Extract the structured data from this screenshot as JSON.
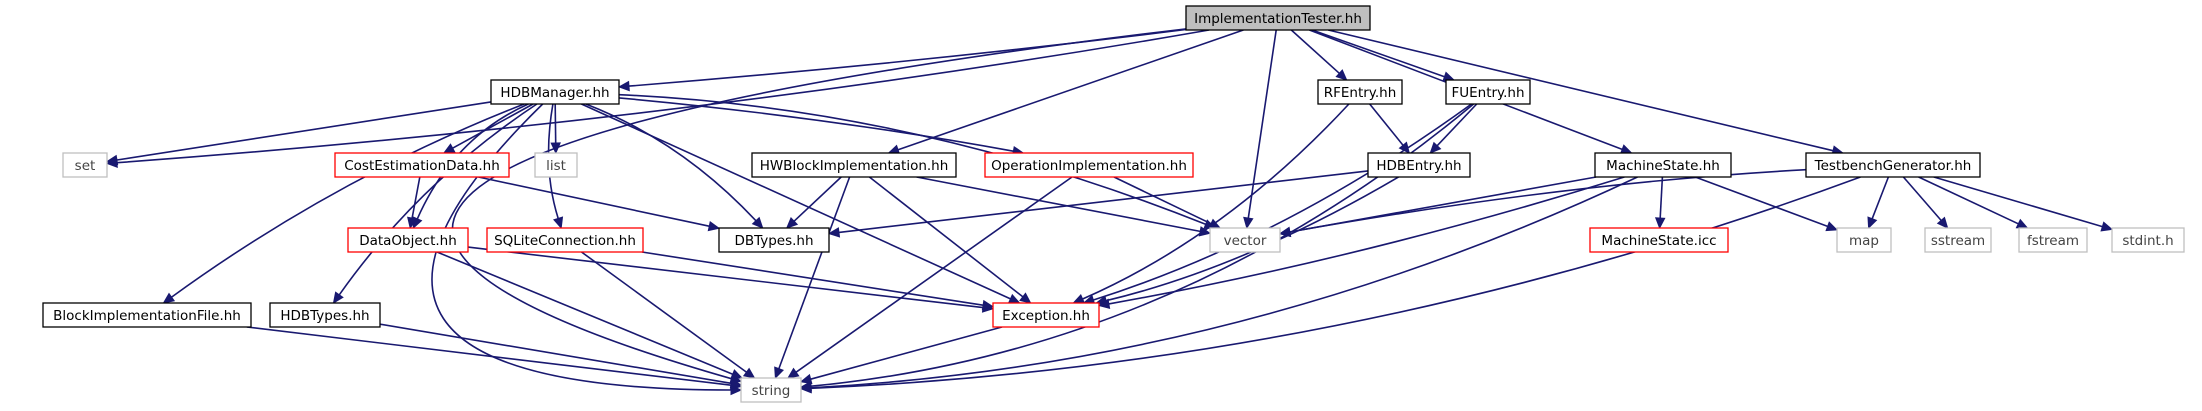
{
  "graph": {
    "title": "ImplementationTester.hh",
    "colors": {
      "edge": "#191970",
      "root_fill": "#bfbfbf",
      "normal_border": "#000000",
      "undocumented_border": "#bfbfbf",
      "truncated_border": "#ff0000"
    },
    "nodes": [
      {
        "id": "implementationtester",
        "label": "ImplementationTester.hh",
        "style": "root"
      },
      {
        "id": "hdbmanager",
        "label": "HDBManager.hh",
        "style": "normal"
      },
      {
        "id": "rfentry",
        "label": "RFEntry.hh",
        "style": "normal"
      },
      {
        "id": "fuentry",
        "label": "FUEntry.hh",
        "style": "normal"
      },
      {
        "id": "set",
        "label": "set",
        "style": "undocumented"
      },
      {
        "id": "costestimationdata",
        "label": "CostEstimationData.hh",
        "style": "truncated"
      },
      {
        "id": "list",
        "label": "list",
        "style": "undocumented"
      },
      {
        "id": "hwblockimpl",
        "label": "HWBlockImplementation.hh",
        "style": "normal"
      },
      {
        "id": "operationimpl",
        "label": "OperationImplementation.hh",
        "style": "truncated"
      },
      {
        "id": "hdbentry",
        "label": "HDBEntry.hh",
        "style": "normal"
      },
      {
        "id": "machinestate",
        "label": "MachineState.hh",
        "style": "normal"
      },
      {
        "id": "testbenchgen",
        "label": "TestbenchGenerator.hh",
        "style": "normal"
      },
      {
        "id": "dataobject",
        "label": "DataObject.hh",
        "style": "truncated"
      },
      {
        "id": "sqliteconnection",
        "label": "SQLiteConnection.hh",
        "style": "truncated"
      },
      {
        "id": "dbtypes",
        "label": "DBTypes.hh",
        "style": "normal"
      },
      {
        "id": "vector",
        "label": "vector",
        "style": "undocumented"
      },
      {
        "id": "machinestateicc",
        "label": "MachineState.icc",
        "style": "truncated"
      },
      {
        "id": "map",
        "label": "map",
        "style": "undocumented"
      },
      {
        "id": "sstream",
        "label": "sstream",
        "style": "undocumented"
      },
      {
        "id": "fstream",
        "label": "fstream",
        "style": "undocumented"
      },
      {
        "id": "stdint",
        "label": "stdint.h",
        "style": "undocumented"
      },
      {
        "id": "blockimplfile",
        "label": "BlockImplementationFile.hh",
        "style": "normal"
      },
      {
        "id": "hdbtypes",
        "label": "HDBTypes.hh",
        "style": "normal"
      },
      {
        "id": "exception",
        "label": "Exception.hh",
        "style": "truncated"
      },
      {
        "id": "string",
        "label": "string",
        "style": "undocumented"
      }
    ],
    "edges": [
      {
        "from": "implementationtester",
        "to": "string"
      },
      {
        "from": "implementationtester",
        "to": "set"
      },
      {
        "from": "implementationtester",
        "to": "hdbmanager"
      },
      {
        "from": "implementationtester",
        "to": "hwblockimpl"
      },
      {
        "from": "implementationtester",
        "to": "vector"
      },
      {
        "from": "implementationtester",
        "to": "rfentry"
      },
      {
        "from": "implementationtester",
        "to": "fuentry"
      },
      {
        "from": "implementationtester",
        "to": "machinestate"
      },
      {
        "from": "implementationtester",
        "to": "testbenchgen"
      },
      {
        "from": "hdbmanager",
        "to": "set"
      },
      {
        "from": "hdbmanager",
        "to": "blockimplfile"
      },
      {
        "from": "hdbmanager",
        "to": "hdbtypes"
      },
      {
        "from": "hdbmanager",
        "to": "string"
      },
      {
        "from": "hdbmanager",
        "to": "dataobject"
      },
      {
        "from": "hdbmanager",
        "to": "costestimationdata"
      },
      {
        "from": "hdbmanager",
        "to": "list"
      },
      {
        "from": "hdbmanager",
        "to": "sqliteconnection"
      },
      {
        "from": "hdbmanager",
        "to": "exception"
      },
      {
        "from": "hdbmanager",
        "to": "dbtypes"
      },
      {
        "from": "hdbmanager",
        "to": "operationimpl"
      },
      {
        "from": "hdbmanager",
        "to": "vector"
      },
      {
        "from": "costestimationdata",
        "to": "dataobject"
      },
      {
        "from": "costestimationdata",
        "to": "dbtypes"
      },
      {
        "from": "dataobject",
        "to": "exception"
      },
      {
        "from": "dataobject",
        "to": "string"
      },
      {
        "from": "sqliteconnection",
        "to": "exception"
      },
      {
        "from": "sqliteconnection",
        "to": "string"
      },
      {
        "from": "blockimplfile",
        "to": "string"
      },
      {
        "from": "hdbtypes",
        "to": "string"
      },
      {
        "from": "exception",
        "to": "string"
      },
      {
        "from": "hwblockimpl",
        "to": "dbtypes"
      },
      {
        "from": "hwblockimpl",
        "to": "string"
      },
      {
        "from": "hwblockimpl",
        "to": "exception"
      },
      {
        "from": "hwblockimpl",
        "to": "vector"
      },
      {
        "from": "operationimpl",
        "to": "vector"
      },
      {
        "from": "operationimpl",
        "to": "string"
      },
      {
        "from": "rfentry",
        "to": "hdbentry"
      },
      {
        "from": "rfentry",
        "to": "exception"
      },
      {
        "from": "fuentry",
        "to": "hdbentry"
      },
      {
        "from": "fuentry",
        "to": "exception"
      },
      {
        "from": "fuentry",
        "to": "string"
      },
      {
        "from": "hdbentry",
        "to": "dbtypes"
      },
      {
        "from": "hdbentry",
        "to": "exception"
      },
      {
        "from": "machinestate",
        "to": "vector"
      },
      {
        "from": "machinestate",
        "to": "machinestateicc"
      },
      {
        "from": "machinestate",
        "to": "map"
      },
      {
        "from": "machinestate",
        "to": "exception"
      },
      {
        "from": "machinestate",
        "to": "string"
      },
      {
        "from": "testbenchgen",
        "to": "vector"
      },
      {
        "from": "testbenchgen",
        "to": "map"
      },
      {
        "from": "testbenchgen",
        "to": "sstream"
      },
      {
        "from": "testbenchgen",
        "to": "fstream"
      },
      {
        "from": "testbenchgen",
        "to": "stdint"
      },
      {
        "from": "testbenchgen",
        "to": "string"
      }
    ]
  }
}
